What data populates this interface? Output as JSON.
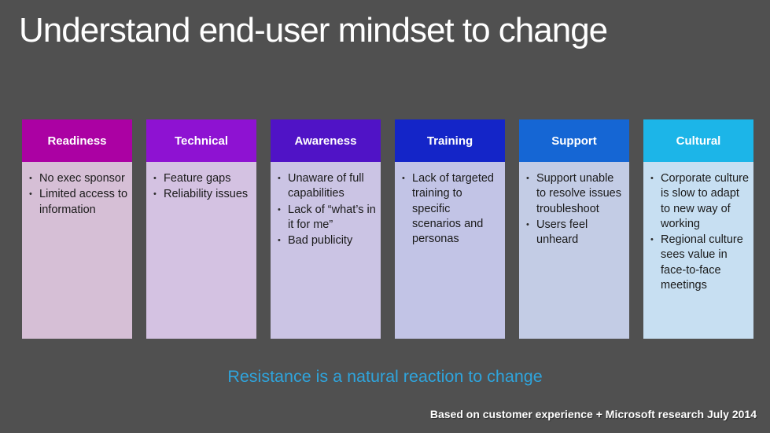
{
  "slide": {
    "title": "Understand end-user mindset to change",
    "tagline": "Resistance is a natural reaction to change",
    "footer_note": "Based on customer experience + Microsoft research July 2014",
    "colors": {
      "background": "#505050",
      "title_text": "#FFFFFF",
      "tagline_text": "#2FA4DC",
      "footer_text": "#FFFFFF",
      "bullet_text": "#1A1A1A"
    }
  },
  "columns": [
    {
      "label": "Readiness",
      "header_color": "#AB01A3",
      "body_color": "#D6BFD6",
      "bullets": [
        "No exec sponsor",
        "Limited access to information"
      ]
    },
    {
      "label": "Technical",
      "header_color": "#8E12D2",
      "body_color": "#D4C2E2",
      "bullets": [
        "Feature gaps",
        "Reliability issues"
      ]
    },
    {
      "label": "Awareness",
      "header_color": "#5013C6",
      "body_color": "#CBC4E4",
      "bullets": [
        "Unaware of full capabilities",
        "Lack of “what’s in it for me”",
        "Bad publicity"
      ]
    },
    {
      "label": "Training",
      "header_color": "#1425C8",
      "body_color": "#C2C4E6",
      "bullets": [
        "Lack of targeted training to specific scenarios and personas"
      ]
    },
    {
      "label": "Support",
      "header_color": "#1566D4",
      "body_color": "#C3CCE5",
      "bullets": [
        "Support unable to resolve issues troubleshoot",
        "Users feel unheard"
      ]
    },
    {
      "label": "Cultural",
      "header_color": "#1CB5E8",
      "body_color": "#C7DFF2",
      "bullets": [
        "Corporate culture is slow to adapt to new way of working",
        "Regional culture sees value in face-to-face meetings"
      ]
    }
  ]
}
